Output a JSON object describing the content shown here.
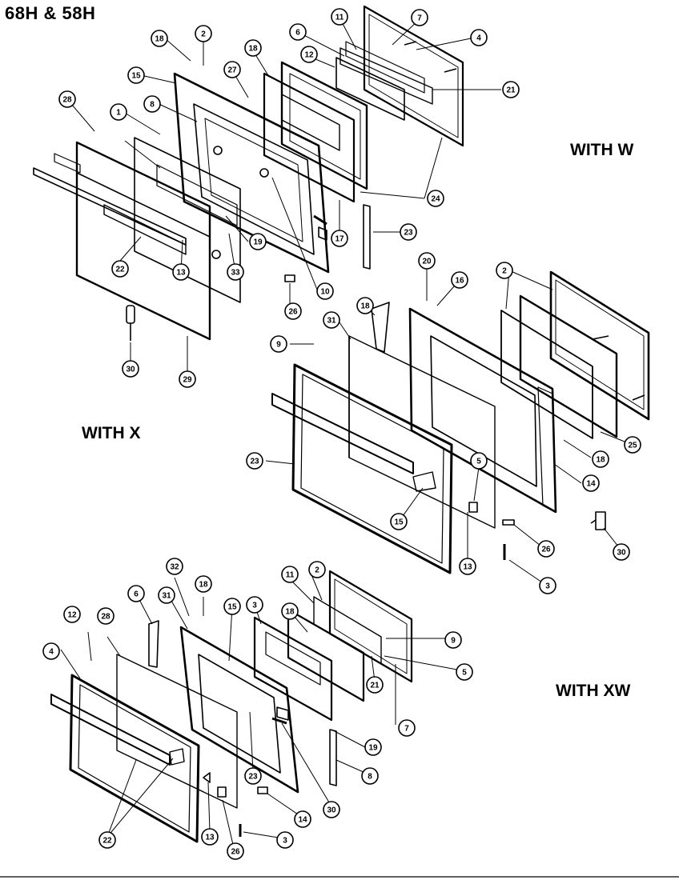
{
  "model_title": "68H & 58H",
  "sections": {
    "with_w": "WITH W",
    "with_x": "WITH X",
    "with_xw": "WITH XW"
  },
  "callouts": [
    {
      "n": "18"
    },
    {
      "n": "2"
    },
    {
      "n": "6"
    },
    {
      "n": "11"
    },
    {
      "n": "7"
    },
    {
      "n": "4"
    },
    {
      "n": "18"
    },
    {
      "n": "12"
    },
    {
      "n": "27"
    },
    {
      "n": "15"
    },
    {
      "n": "21"
    },
    {
      "n": "28"
    },
    {
      "n": "1"
    },
    {
      "n": "8"
    },
    {
      "n": "24"
    },
    {
      "n": "19"
    },
    {
      "n": "17"
    },
    {
      "n": "23"
    },
    {
      "n": "22"
    },
    {
      "n": "13"
    },
    {
      "n": "33"
    },
    {
      "n": "10"
    },
    {
      "n": "26"
    },
    {
      "n": "30"
    },
    {
      "n": "29"
    },
    {
      "n": "20"
    },
    {
      "n": "16"
    },
    {
      "n": "2"
    },
    {
      "n": "18"
    },
    {
      "n": "31"
    },
    {
      "n": "9"
    },
    {
      "n": "25"
    },
    {
      "n": "18"
    },
    {
      "n": "23"
    },
    {
      "n": "5"
    },
    {
      "n": "14"
    },
    {
      "n": "15"
    },
    {
      "n": "13"
    },
    {
      "n": "26"
    },
    {
      "n": "30"
    },
    {
      "n": "3"
    },
    {
      "n": "32"
    },
    {
      "n": "18"
    },
    {
      "n": "2"
    },
    {
      "n": "11"
    },
    {
      "n": "6"
    },
    {
      "n": "31"
    },
    {
      "n": "15"
    },
    {
      "n": "3"
    },
    {
      "n": "18"
    },
    {
      "n": "12"
    },
    {
      "n": "28"
    },
    {
      "n": "9"
    },
    {
      "n": "4"
    },
    {
      "n": "5"
    },
    {
      "n": "21"
    },
    {
      "n": "7"
    },
    {
      "n": "19"
    },
    {
      "n": "23"
    },
    {
      "n": "8"
    },
    {
      "n": "22"
    },
    {
      "n": "13"
    },
    {
      "n": "26"
    },
    {
      "n": "14"
    },
    {
      "n": "30"
    },
    {
      "n": "3"
    },
    {
      "n": "32"
    }
  ]
}
